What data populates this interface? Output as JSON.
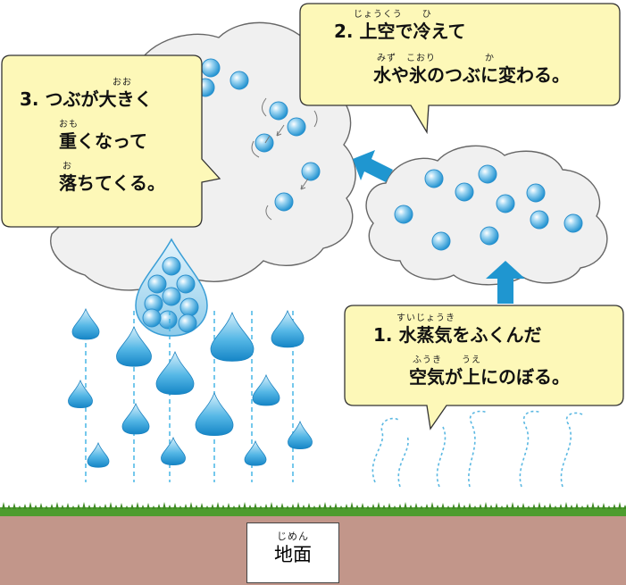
{
  "callouts": {
    "step1": {
      "ruby_line1": "すいじょうき",
      "line1": "1. 水蒸気をふくんだ",
      "ruby_line2": "ふうき　　うえ",
      "line2": "空気が上にのぼる。"
    },
    "step2": {
      "ruby_line1": "じょうくう　　ひ",
      "line1": "2. 上空で冷えて",
      "ruby_line2": "みず　こおり　　　　　か",
      "line2": "水や氷のつぶに変わる。"
    },
    "step3": {
      "ruby_line1": "おお",
      "line1": "3. つぶが大きく",
      "ruby_line2": "おも",
      "line2": "重くなって",
      "ruby_line3": "お",
      "line3": "落ちてくる。"
    }
  },
  "ground": {
    "ruby": "じめん",
    "label": "地面"
  },
  "colors": {
    "callout_fill": "#fdf8b8",
    "cloud_fill": "#f0f0f0",
    "drop_blue": "#2a9ed8",
    "arrow_blue": "#1f96d0",
    "soil": "#c2968a",
    "grass": "#4d9c2e"
  }
}
